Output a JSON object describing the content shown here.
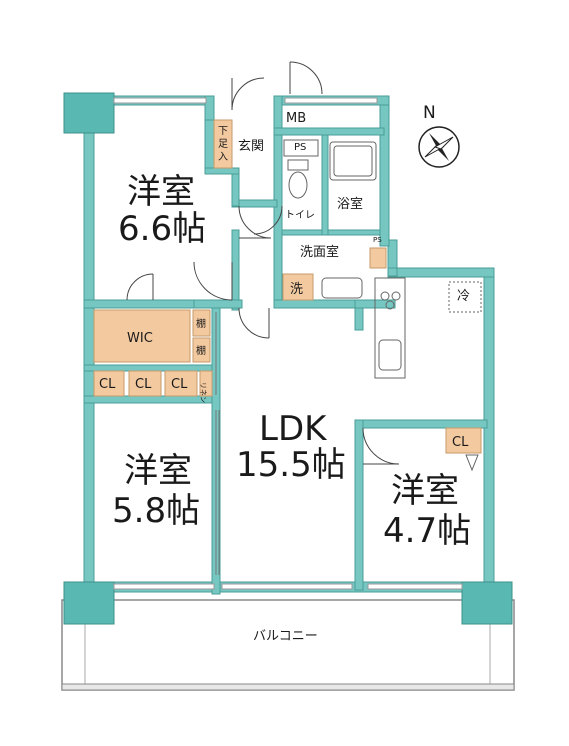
{
  "rooms": {
    "western_1": {
      "name": "洋室",
      "size": "6.6帖"
    },
    "western_2": {
      "name": "洋室",
      "size": "5.8帖"
    },
    "western_3": {
      "name": "洋室",
      "size": "4.7帖"
    },
    "ldk": {
      "name": "LDK",
      "size": "15.5帖"
    },
    "entrance": "玄関",
    "shoe_storage": "下足入",
    "toilet": "トイレ",
    "bath": "浴室",
    "washroom": "洗面室",
    "washer": "洗",
    "wic": "WIC",
    "balcony": "バルコニー"
  },
  "labels": {
    "mb": "MB",
    "ps_1": "PS",
    "ps_2": "PS",
    "closet": "CL",
    "shelf": "棚",
    "fridge": "冷",
    "north": "N",
    "linen": "リネン"
  },
  "colors": {
    "wall": "#76c7c2",
    "wall_edge": "#4a9c97",
    "storage": "#f3c9a0",
    "pillar": "#5ab8b3"
  }
}
